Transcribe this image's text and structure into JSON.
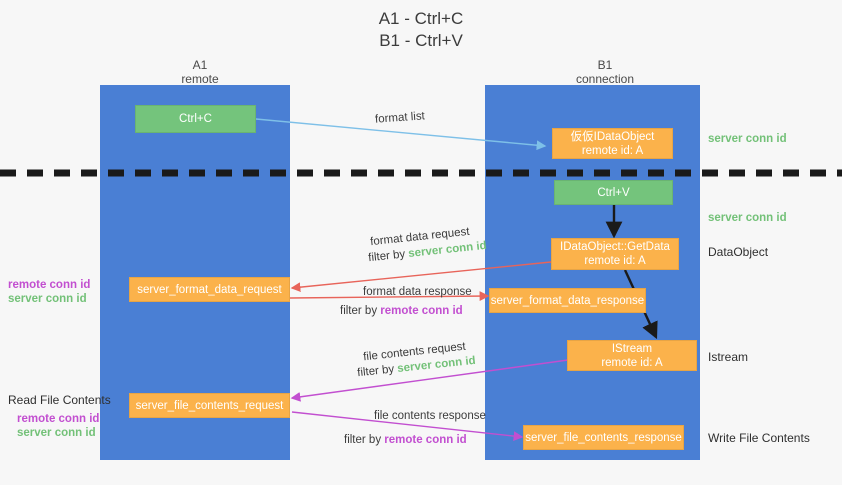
{
  "title": {
    "line1": "A1 - Ctrl+C",
    "line2": "B1 - Ctrl+V"
  },
  "lanes": [
    {
      "name": "A1",
      "sub": "remote"
    },
    {
      "name": "B1",
      "sub": "connection"
    }
  ],
  "boxes": {
    "ctrl_c": "Ctrl+C",
    "idataobject_top_line1": "仮仮IDataObject",
    "idataobject_top_line2": "remote id: A",
    "ctrl_v": "Ctrl+V",
    "getdata_line1": "IDataObject::GetData",
    "getdata_line2": "remote id: A",
    "server_format_data_request": "server_format_data_request",
    "server_format_data_response": "server_format_data_response",
    "istream_line1": "IStream",
    "istream_line2": "remote id: A",
    "server_file_contents_request": "server_file_contents_request",
    "server_file_contents_response": "server_file_contents_response"
  },
  "arrow_labels": {
    "format_list": "format list",
    "format_data_request": "format data request",
    "format_data_request_filter_prefix": "filter by ",
    "format_data_request_filter_value": "server conn id",
    "format_data_response": "format data response",
    "format_data_response_filter_prefix": "filter by ",
    "format_data_response_filter_value": "remote conn id",
    "file_contents_request": "file contents request",
    "file_contents_request_filter_prefix": "filter by ",
    "file_contents_request_filter_value": "server conn id",
    "file_contents_response": "file contents response",
    "file_contents_response_filter_prefix": "filter by ",
    "file_contents_response_filter_value": "remote conn id"
  },
  "right_labels": {
    "server_conn_id_top": "server conn id",
    "server_conn_id_mid": "server conn id",
    "dataobject": "DataObject",
    "istream": "Istream",
    "write_file_contents": "Write File Contents"
  },
  "left_labels": {
    "remote_conn_id_1": "remote conn id",
    "server_conn_id_1": "server conn id",
    "read_file_contents": "Read File Contents",
    "remote_conn_id_2": "remote conn id",
    "server_conn_id_2": "server conn id"
  },
  "colors": {
    "lane": "#4a7fd4",
    "green_box": "#74c47c",
    "orange_box": "#fbb24b",
    "green_text": "#73c178",
    "magenta_text": "#c24fd0",
    "blue_arrow": "#7ec0e8",
    "red_arrow": "#e8645a",
    "magenta_arrow": "#c24fd0",
    "black_arrow": "#1a1a1a",
    "background": "#f7f7f7"
  }
}
